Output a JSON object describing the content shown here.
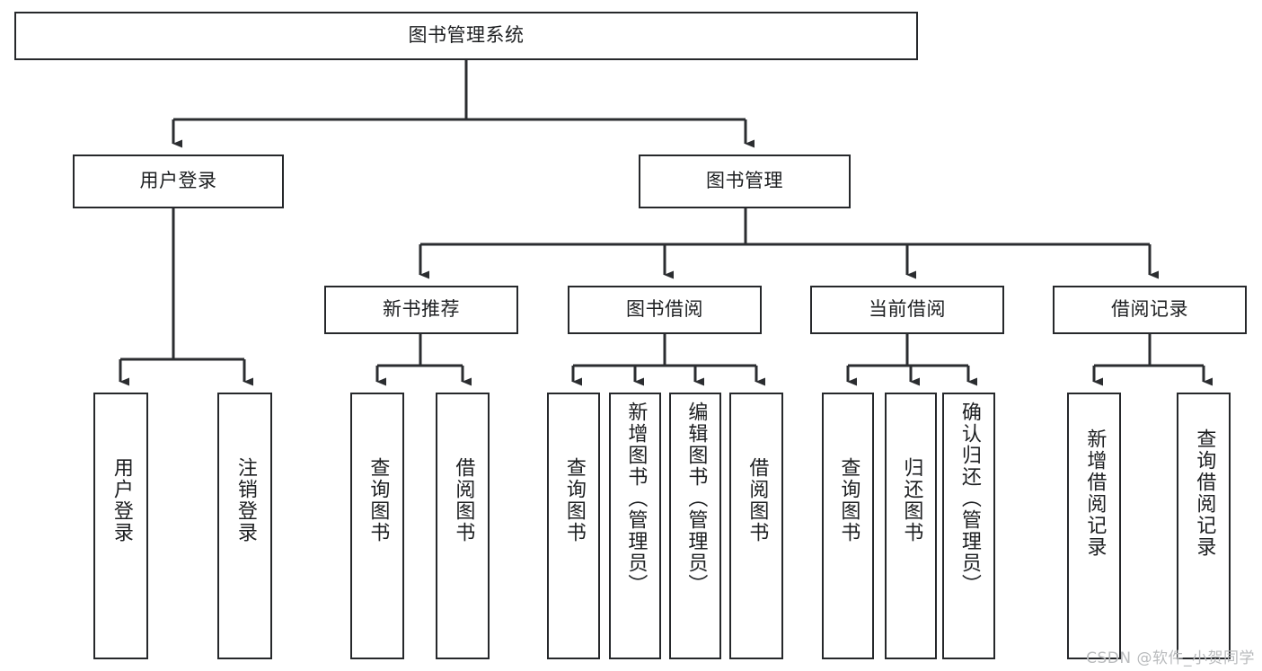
{
  "diagram": {
    "title": "图书管理系统",
    "type": "hierarchy-tree",
    "colors": {
      "box_border": "#26282b",
      "box_fill": "#ffffff",
      "connector": "#2b2d30",
      "text": "#1d1f21",
      "watermark": "#b9bbbd",
      "background": "#ffffff"
    },
    "watermark": "CSDN @软件_小贺同学",
    "levels": [
      {
        "level": 1,
        "nodes": [
          {
            "id": "root",
            "label": "图书管理系统",
            "orientation": "horizontal"
          }
        ]
      },
      {
        "level": 2,
        "nodes": [
          {
            "id": "user-login",
            "label": "用户登录",
            "orientation": "horizontal"
          },
          {
            "id": "book-manage",
            "label": "图书管理",
            "orientation": "horizontal"
          }
        ]
      },
      {
        "level": 3,
        "nodes": [
          {
            "id": "new-book-recommend",
            "label": "新书推荐",
            "orientation": "horizontal"
          },
          {
            "id": "book-borrow",
            "label": "图书借阅",
            "orientation": "horizontal"
          },
          {
            "id": "current-borrow",
            "label": "当前借阅",
            "orientation": "horizontal"
          },
          {
            "id": "borrow-record",
            "label": "借阅记录",
            "orientation": "horizontal"
          }
        ]
      },
      {
        "level": 4,
        "nodes": [
          {
            "id": "leaf-user-login",
            "label": "用户登录",
            "orientation": "vertical",
            "parent": "user-login"
          },
          {
            "id": "leaf-user-logout",
            "label": "注销登录",
            "orientation": "vertical",
            "parent": "user-login"
          },
          {
            "id": "leaf-query-book-1",
            "label": "查询图书",
            "orientation": "vertical",
            "parent": "new-book-recommend"
          },
          {
            "id": "leaf-borrow-book-1",
            "label": "借阅图书",
            "orientation": "vertical",
            "parent": "new-book-recommend"
          },
          {
            "id": "leaf-query-book-2",
            "label": "查询图书",
            "orientation": "vertical",
            "parent": "book-borrow"
          },
          {
            "id": "leaf-add-book",
            "label": "新增图书（管理员）",
            "orientation": "vertical",
            "parent": "book-borrow"
          },
          {
            "id": "leaf-edit-book",
            "label": "编辑图书（管理员）",
            "orientation": "vertical",
            "parent": "book-borrow"
          },
          {
            "id": "leaf-borrow-book-2",
            "label": "借阅图书",
            "orientation": "vertical",
            "parent": "book-borrow"
          },
          {
            "id": "leaf-query-book-3",
            "label": "查询图书",
            "orientation": "vertical",
            "parent": "current-borrow"
          },
          {
            "id": "leaf-return-book",
            "label": "归还图书",
            "orientation": "vertical",
            "parent": "current-borrow"
          },
          {
            "id": "leaf-confirm-return",
            "label": "确认归还（管理员）",
            "orientation": "vertical",
            "parent": "current-borrow"
          },
          {
            "id": "leaf-add-record",
            "label": "新增借阅记录",
            "orientation": "vertical",
            "parent": "borrow-record"
          },
          {
            "id": "leaf-query-record",
            "label": "查询借阅记录",
            "orientation": "vertical",
            "parent": "borrow-record"
          }
        ]
      }
    ],
    "edges": [
      {
        "from": "root",
        "to": "user-login"
      },
      {
        "from": "root",
        "to": "book-manage"
      },
      {
        "from": "book-manage",
        "to": "new-book-recommend"
      },
      {
        "from": "book-manage",
        "to": "book-borrow"
      },
      {
        "from": "book-manage",
        "to": "current-borrow"
      },
      {
        "from": "book-manage",
        "to": "borrow-record"
      },
      {
        "from": "user-login",
        "to": "leaf-user-login"
      },
      {
        "from": "user-login",
        "to": "leaf-user-logout"
      },
      {
        "from": "new-book-recommend",
        "to": "leaf-query-book-1"
      },
      {
        "from": "new-book-recommend",
        "to": "leaf-borrow-book-1"
      },
      {
        "from": "book-borrow",
        "to": "leaf-query-book-2"
      },
      {
        "from": "book-borrow",
        "to": "leaf-add-book"
      },
      {
        "from": "book-borrow",
        "to": "leaf-edit-book"
      },
      {
        "from": "book-borrow",
        "to": "leaf-borrow-book-2"
      },
      {
        "from": "current-borrow",
        "to": "leaf-query-book-3"
      },
      {
        "from": "current-borrow",
        "to": "leaf-return-book"
      },
      {
        "from": "current-borrow",
        "to": "leaf-confirm-return"
      },
      {
        "from": "borrow-record",
        "to": "leaf-add-record"
      },
      {
        "from": "borrow-record",
        "to": "leaf-query-record"
      }
    ]
  }
}
